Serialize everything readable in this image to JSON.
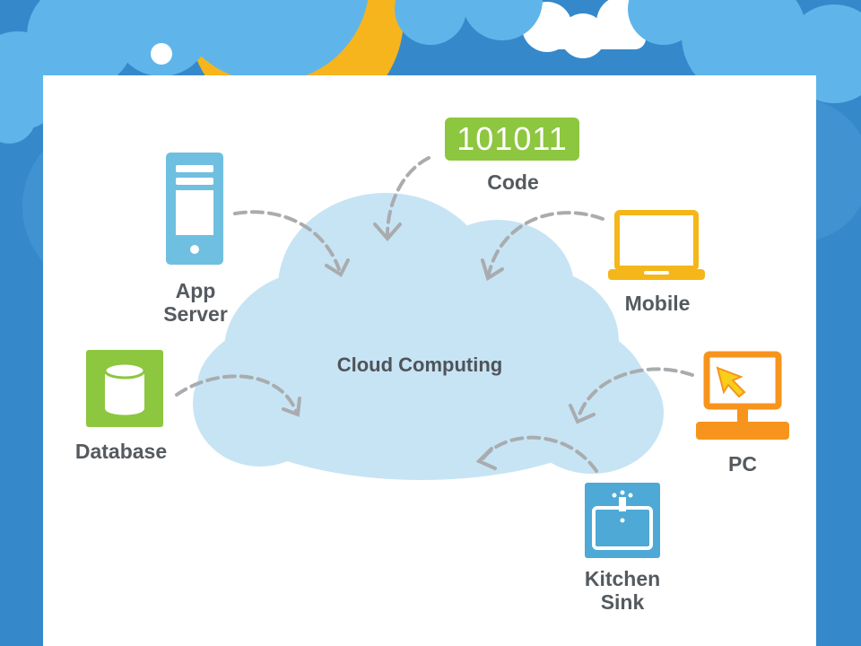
{
  "colors": {
    "background_blue": "#3a8fd0",
    "sky_cloud": "#5fb5e9",
    "moon": "#f6b51c",
    "cloud": "#c7e4f4",
    "arrow": "#a9acaf",
    "server_blue": "#6fbfe0",
    "code_green": "#8dc63f",
    "laptop_yellow": "#f5b61a",
    "pc_orange": "#f7941d",
    "sink_blue": "#4ea9d6",
    "label_gray": "#555a5f"
  },
  "diagram": {
    "center_label": "Cloud Computing",
    "nodes": {
      "code": {
        "badge": "101011",
        "label": "Code",
        "icon": "binary-code-icon"
      },
      "app_server": {
        "label": "App\nServer",
        "icon": "server-icon"
      },
      "mobile": {
        "label": "Mobile",
        "icon": "laptop-icon"
      },
      "database": {
        "label": "Database",
        "icon": "database-icon"
      },
      "pc": {
        "label": "PC",
        "icon": "desktop-pc-icon"
      },
      "kitchen_sink": {
        "label": "Kitchen\nSink",
        "icon": "kitchen-sink-icon"
      }
    }
  }
}
